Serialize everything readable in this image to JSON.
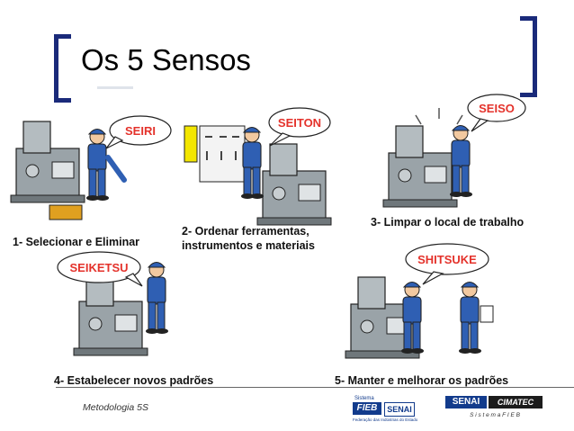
{
  "slide": {
    "title": "Os 5 Sensos",
    "footer": "Metodologia 5S"
  },
  "sensos": [
    {
      "word": "SEIRI",
      "caption": "1- Selecionar e Eliminar"
    },
    {
      "word": "SEITON",
      "caption_line1": "2- Ordenar ferramentas,",
      "caption_line2": "instrumentos e materiais"
    },
    {
      "word": "SEISO",
      "caption": "3- Limpar o local de trabalho"
    },
    {
      "word": "SEIKETSU",
      "caption": "4- Estabelecer novos padrões"
    },
    {
      "word": "SHITSUKE",
      "caption": "5- Manter e melhorar os padrões"
    }
  ],
  "logos": {
    "fieb_small": "Sistema",
    "fieb": "FIEB",
    "fieb_senai": "SENAI",
    "fieb_sub": "Federação das Indústrias do Estado da Bahia",
    "senai": "SENAI",
    "cimatec": "CIMATEC",
    "cimatec_sub": "S i s t e m a   F I E B"
  },
  "colors": {
    "bracket": "#1a2a7a",
    "bubble_text": "#e4322b",
    "worker_blue": "#2f5fb3",
    "machine_gray": "#9aa3a8",
    "logo_blue": "#123b8c"
  }
}
